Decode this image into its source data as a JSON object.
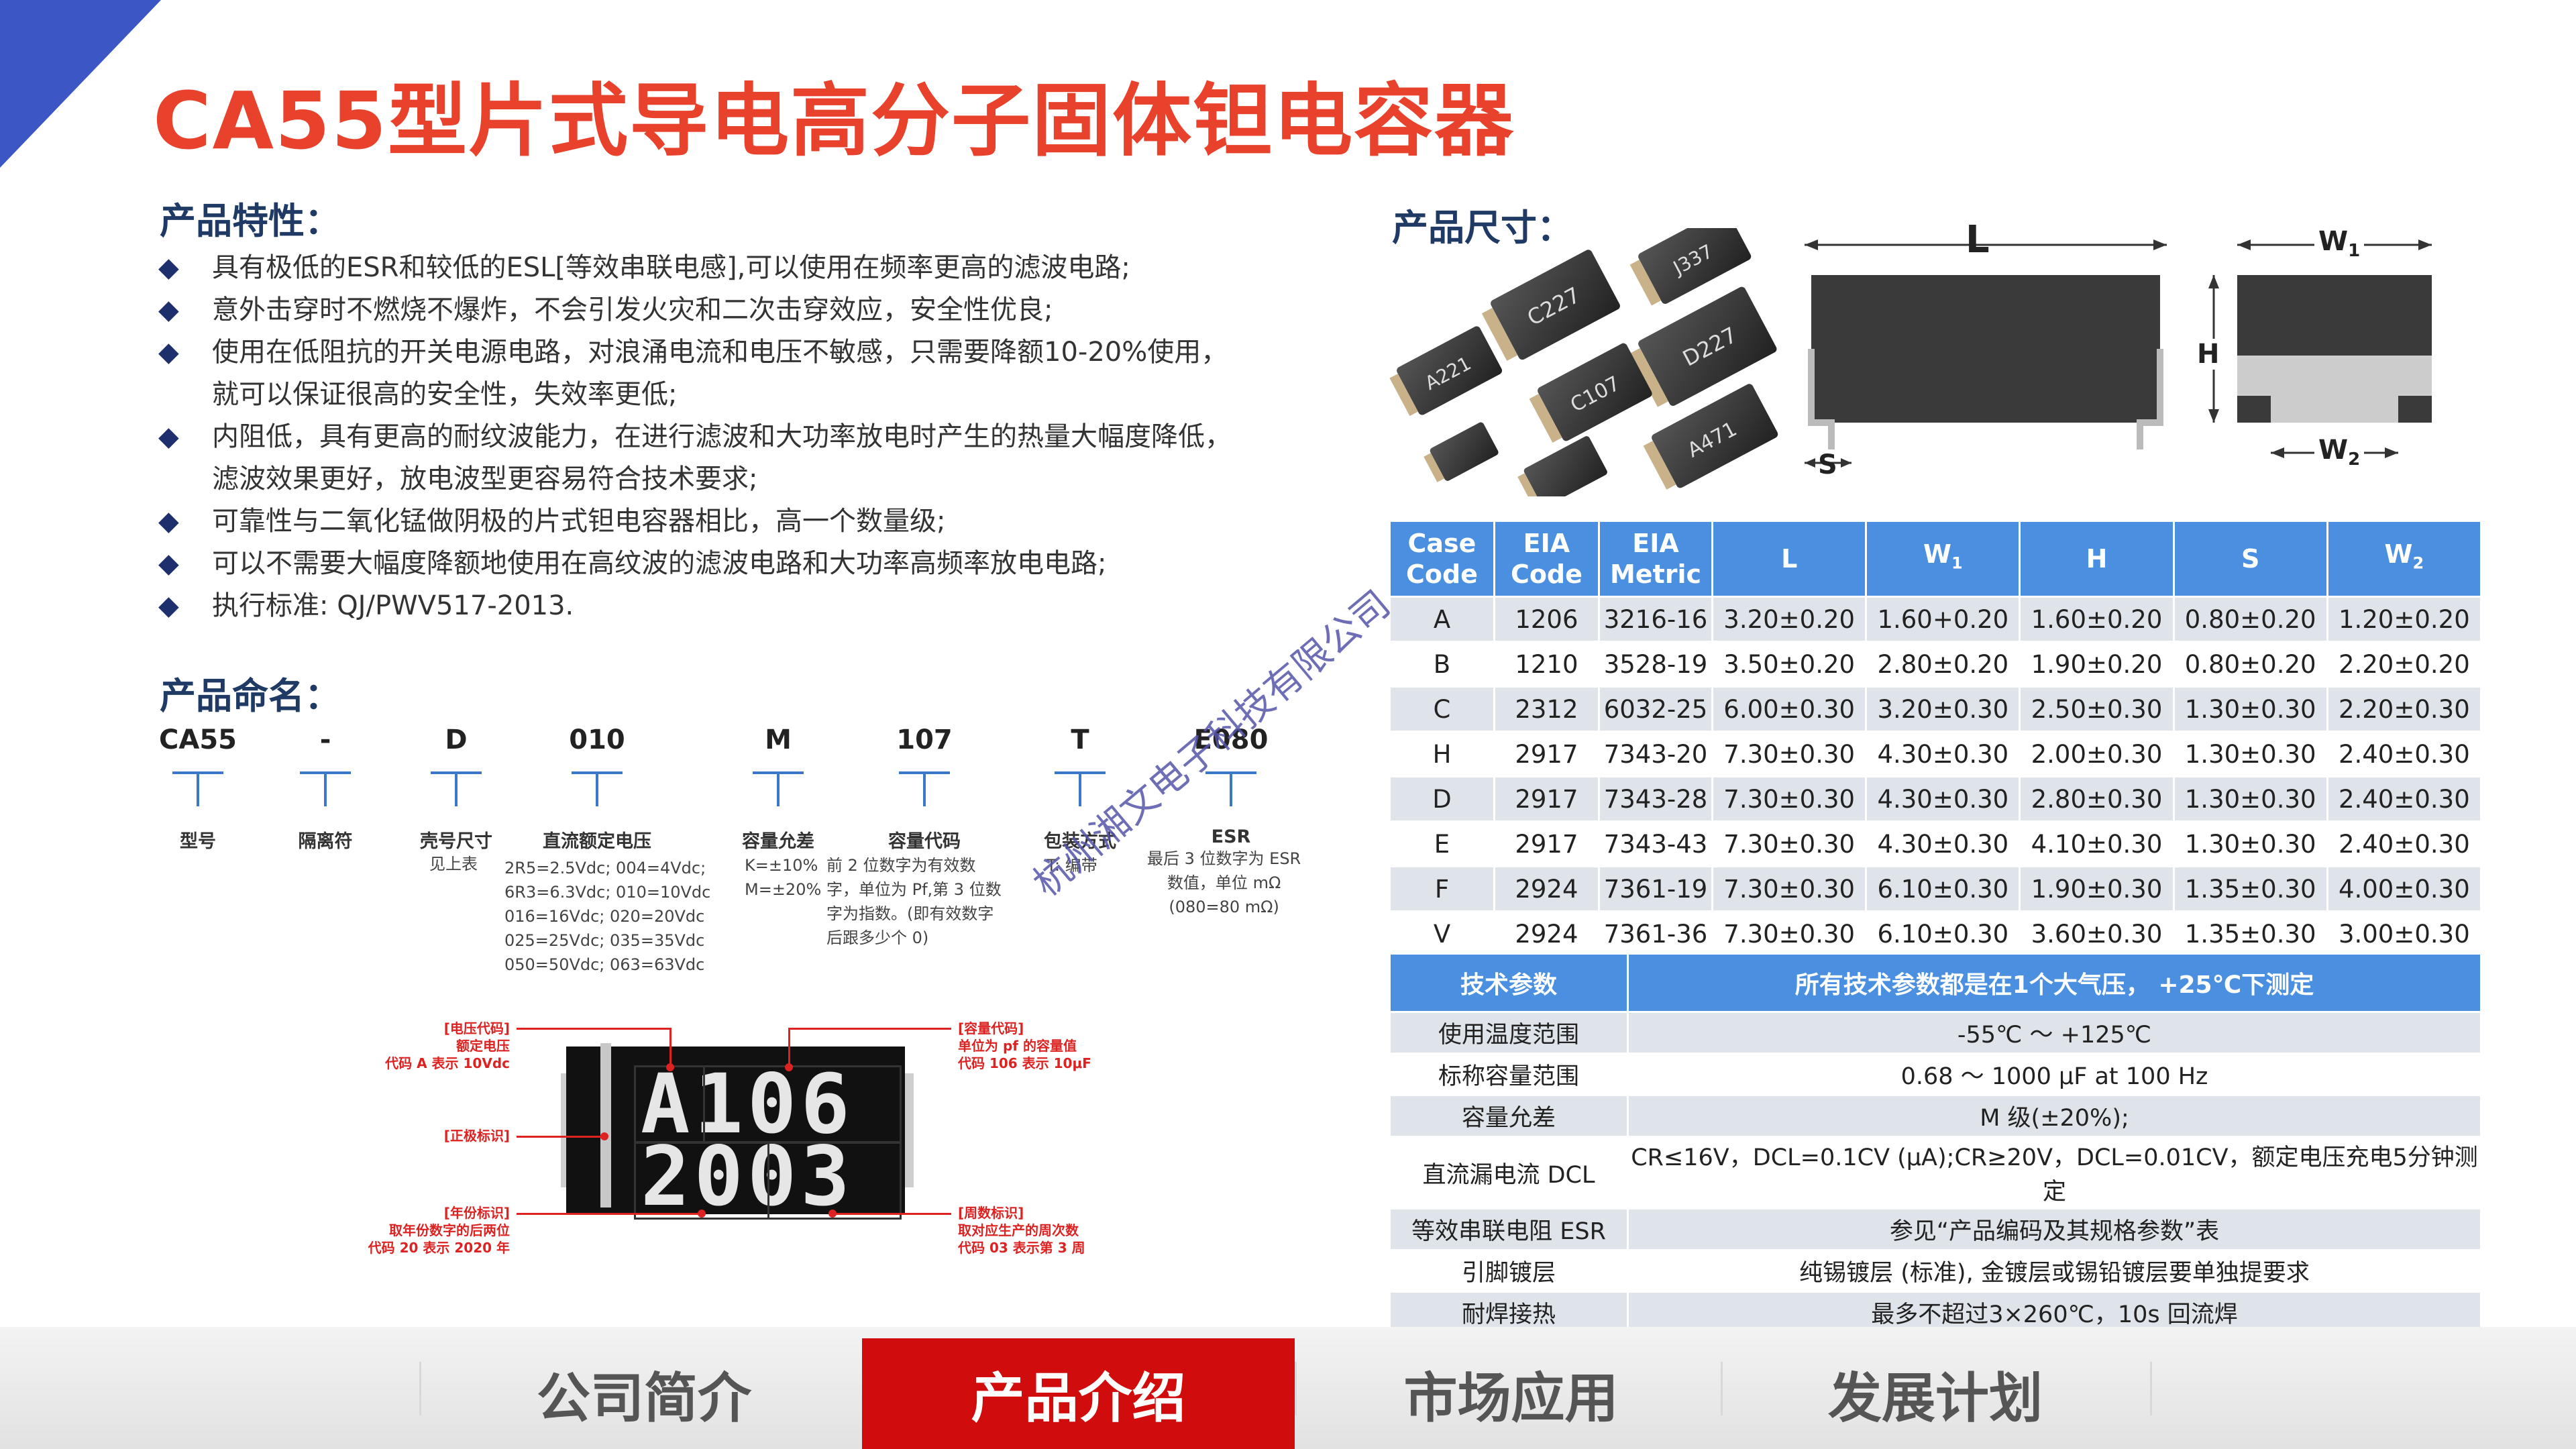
{
  "title": "CA55型片式导电高分子固体钽电容器",
  "features": {
    "heading": "产品特性：",
    "items": [
      {
        "lines": [
          "具有极低的ESR和较低的ESL[等效串联电感],可以使用在频率更高的滤波电路;"
        ]
      },
      {
        "lines": [
          "意外击穿时不燃烧不爆炸，不会引发火灾和二次击穿效应，安全性优良;"
        ]
      },
      {
        "lines": [
          "使用在低阻抗的开关电源电路，对浪涌电流和电压不敏感，只需要降额10-20%使用，",
          "就可以保证很高的安全性，失效率更低;"
        ]
      },
      {
        "lines": [
          "内阻低，具有更高的耐纹波能力，在进行滤波和大功率放电时产生的热量大幅度降低，",
          "滤波效果更好，放电波型更容易符合技术要求;"
        ]
      },
      {
        "lines": [
          "可靠性与二氧化锰做阴极的片式钽电容器相比，高一个数量级;"
        ]
      },
      {
        "lines": [
          "可以不需要大幅度降额地使用在高纹波的滤波电路和大功率高频率放电电路;"
        ]
      },
      {
        "lines": [
          "执行标准: QJ/PWV517-2013."
        ]
      }
    ]
  },
  "naming": {
    "heading": "产品命名：",
    "codes": [
      "CA55",
      "-",
      "D",
      "010",
      "M",
      "107",
      "T",
      "E080"
    ],
    "labels": [
      "型号",
      "隔离符",
      "壳号尺寸",
      "直流额定电压",
      "容量允差",
      "容量代码",
      "包装方式",
      "ESR"
    ],
    "desc_case": "见上表",
    "desc_voltage": [
      "2R5=2.5Vdc; 004=4Vdc;",
      "6R3=6.3Vdc; 010=10Vdc",
      "016=16Vdc; 020=20Vdc",
      "025=25Vdc; 035=35Vdc",
      "050=50Vdc; 063=63Vdc"
    ],
    "desc_tolerance": [
      "K=±10%",
      "M=±20%"
    ],
    "desc_capacitance": [
      "前 2 位数字为有效数",
      "字，单位为 Pf,第 3 位数",
      "字为指数。(即有效数字",
      "后跟多少个 0)"
    ],
    "desc_packaging": "T: 编带",
    "desc_esr": [
      "最后 3 位数字为 ESR",
      "数值，单位 mΩ",
      "(080=80 mΩ)"
    ]
  },
  "marking": {
    "line1": "A106",
    "line2": "2003",
    "ann_voltage": [
      "[电压代码]",
      "额定电压",
      "代码 A 表示 10Vdc"
    ],
    "ann_polarity": "[正极标识]",
    "ann_year": [
      "[年份标识]",
      "取年份数字的后两位",
      "代码 20 表示 2020 年"
    ],
    "ann_capacity": [
      "[容量代码]",
      "单位为 pf 的容量值",
      "代码 106 表示 10μF"
    ],
    "ann_week": [
      "[周数标识]",
      "取对应生产的周次数",
      "代码 03 表示第 3 周"
    ]
  },
  "dimensions": {
    "heading": "产品尺寸：",
    "diagram_labels": {
      "L": "L",
      "W1": "W",
      "W1_sub": "1",
      "W2": "W",
      "W2_sub": "2",
      "H": "H",
      "S": "S"
    },
    "chip_marks": [
      "A221",
      "C227",
      "C107",
      "D227",
      "A471",
      "J337"
    ],
    "headers": [
      {
        "main": "Case",
        "main2": "Code",
        "sub": ""
      },
      {
        "main": "EIA",
        "main2": "Code",
        "sub": ""
      },
      {
        "main": "EIA",
        "main2": "Metric",
        "sub": ""
      },
      {
        "main": "L",
        "main2": "",
        "sub": ""
      },
      {
        "main": "W",
        "main2": "",
        "sub": "1"
      },
      {
        "main": "H",
        "main2": "",
        "sub": ""
      },
      {
        "main": "S",
        "main2": "",
        "sub": ""
      },
      {
        "main": "W",
        "main2": "",
        "sub": "2"
      }
    ],
    "rows": [
      [
        "A",
        "1206",
        "3216-16",
        "3.20±0.20",
        "1.60+0.20",
        "1.60±0.20",
        "0.80±0.20",
        "1.20±0.20"
      ],
      [
        "B",
        "1210",
        "3528-19",
        "3.50±0.20",
        "2.80±0.20",
        "1.90±0.20",
        "0.80±0.20",
        "2.20±0.20"
      ],
      [
        "C",
        "2312",
        "6032-25",
        "6.00±0.30",
        "3.20±0.30",
        "2.50±0.30",
        "1.30±0.30",
        "2.20±0.30"
      ],
      [
        "H",
        "2917",
        "7343-20",
        "7.30±0.30",
        "4.30±0.30",
        "2.00±0.30",
        "1.30±0.30",
        "2.40±0.30"
      ],
      [
        "D",
        "2917",
        "7343-28",
        "7.30±0.30",
        "4.30±0.30",
        "2.80±0.30",
        "1.30±0.30",
        "2.40±0.30"
      ],
      [
        "E",
        "2917",
        "7343-43",
        "7.30±0.30",
        "4.30±0.30",
        "4.10±0.30",
        "1.30±0.30",
        "2.40±0.30"
      ],
      [
        "F",
        "2924",
        "7361-19",
        "7.30±0.30",
        "6.10±0.30",
        "1.90±0.30",
        "1.35±0.30",
        "4.00±0.30"
      ],
      [
        "V",
        "2924",
        "7361-36",
        "7.30±0.30",
        "6.10±0.30",
        "3.60±0.30",
        "1.35±0.30",
        "3.00±0.30"
      ]
    ]
  },
  "tech": {
    "header_left": "技术参数",
    "header_right": "所有技术参数都是在1个大气压， +25℃下测定",
    "rows": [
      [
        "使用温度范围",
        "-55℃ ～ +125℃"
      ],
      [
        "标称容量范围",
        "0.68 ～ 1000 μF at 100 Hz"
      ],
      [
        "容量允差",
        "M 级(±20%);"
      ],
      [
        "直流漏电流 DCL",
        "CR≤16V，DCL=0.1CV (μA);CR≥20V，DCL=0.01CV，额定电压充电5分钟测定"
      ],
      [
        "等效串联电阻 ESR",
        "参见“产品编码及其规格参数”表"
      ],
      [
        "引脚镀层",
        "纯锡镀层 (标准), 金镀层或锡铅镀层要单独提要求"
      ],
      [
        "耐焊接热",
        "最多不超过3×260℃，10s 回流焊"
      ]
    ]
  },
  "watermark": "杭州湘文电子科技有限公司",
  "nav": [
    "公司简介",
    "产品介绍",
    "市场应用",
    "发展计划"
  ],
  "colors": {
    "accent_red": "#e8412c",
    "nav_active": "#d10c0c",
    "table_header": "#4a8fe0",
    "corner_blue": "#3d56c6"
  }
}
